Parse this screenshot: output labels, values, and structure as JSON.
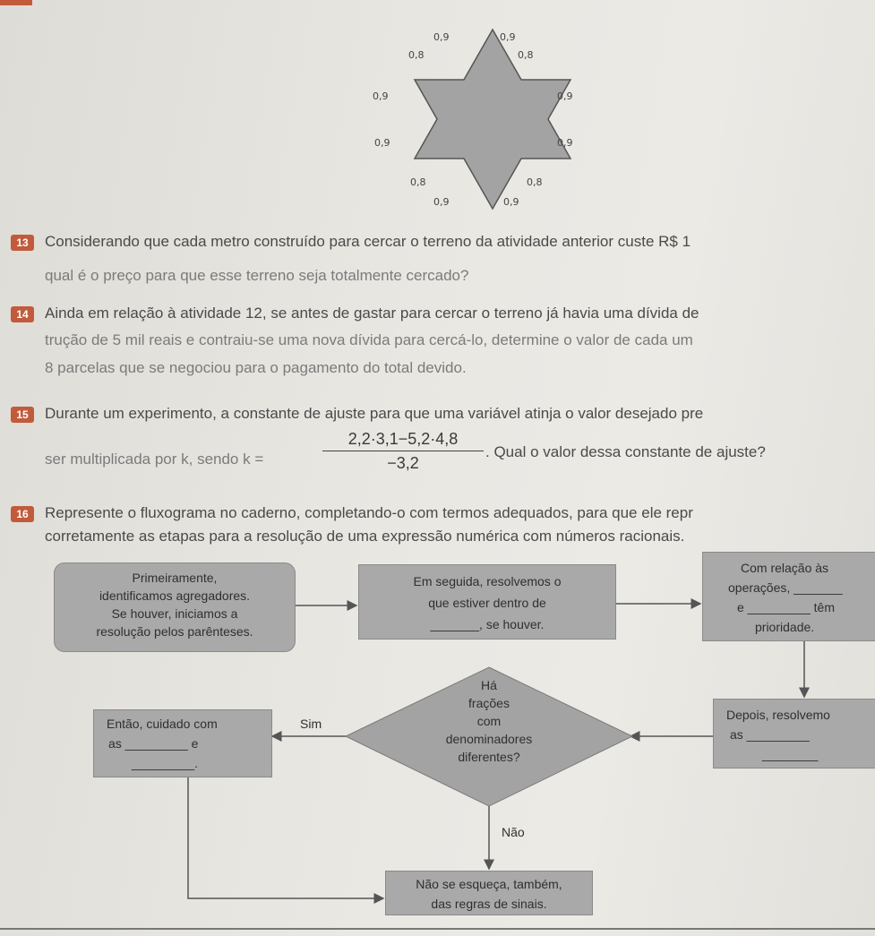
{
  "star": {
    "labels": [
      "0,9",
      "0,9",
      "0,8",
      "0,8",
      "0,9",
      "0,9",
      "0,9",
      "0,9",
      "0,8",
      "0,8",
      "0,9",
      "0,9"
    ]
  },
  "questions": {
    "q13": {
      "number": "13",
      "line1": "Considerando que cada metro construído para cercar o terreno da atividade anterior custe R$ 1",
      "line2": "qual é o preço para que esse terreno seja totalmente cercado?"
    },
    "q14": {
      "number": "14",
      "line1": "Ainda em relação à atividade 12, se antes de gastar para cercar o terreno já havia uma dívida de",
      "line2": "trução de 5 mil reais e contraiu-se uma nova dívida para cercá-lo, determine o valor de cada um",
      "line3": "8 parcelas que se negociou para o pagamento do total devido."
    },
    "q15": {
      "number": "15",
      "line1": "Durante um experimento, a constante de ajuste para que uma variável atinja o valor desejado pre",
      "line2_pre": "ser multiplicada por k, sendo k =",
      "numerator": "2,2·3,1−5,2·4,8",
      "denominator": "−3,2",
      "line2_post": ". Qual o valor dessa constante de ajuste?"
    },
    "q16": {
      "number": "16",
      "line1": "Represente o fluxograma no caderno, completando-o com termos adequados, para que ele repr",
      "line2": "corretamente as etapas para a resolução de uma expressão numérica com números racionais."
    }
  },
  "flowchart": {
    "box1": [
      "Primeiramente,",
      "identificamos agregadores.",
      "Se houver, iniciamos a",
      "resolução pelos parênteses."
    ],
    "box2": [
      "Em seguida, resolvemos o",
      "que estiver dentro de",
      "_______, se houver."
    ],
    "box3": [
      "Com relação às",
      "operações, _______",
      "e _________ têm",
      "prioridade."
    ],
    "diamond": [
      "Há",
      "frações",
      "com",
      "denominadores",
      "diferentes?"
    ],
    "box4": [
      "Depois, resolvemo",
      "as _________",
      "________"
    ],
    "box5": [
      "Então, cuidado com",
      "as _________ e",
      "_________."
    ],
    "box6": [
      "Não se esqueça, também,",
      "das regras de sinais."
    ],
    "label_sim": "Sim",
    "label_nao": "Não"
  }
}
